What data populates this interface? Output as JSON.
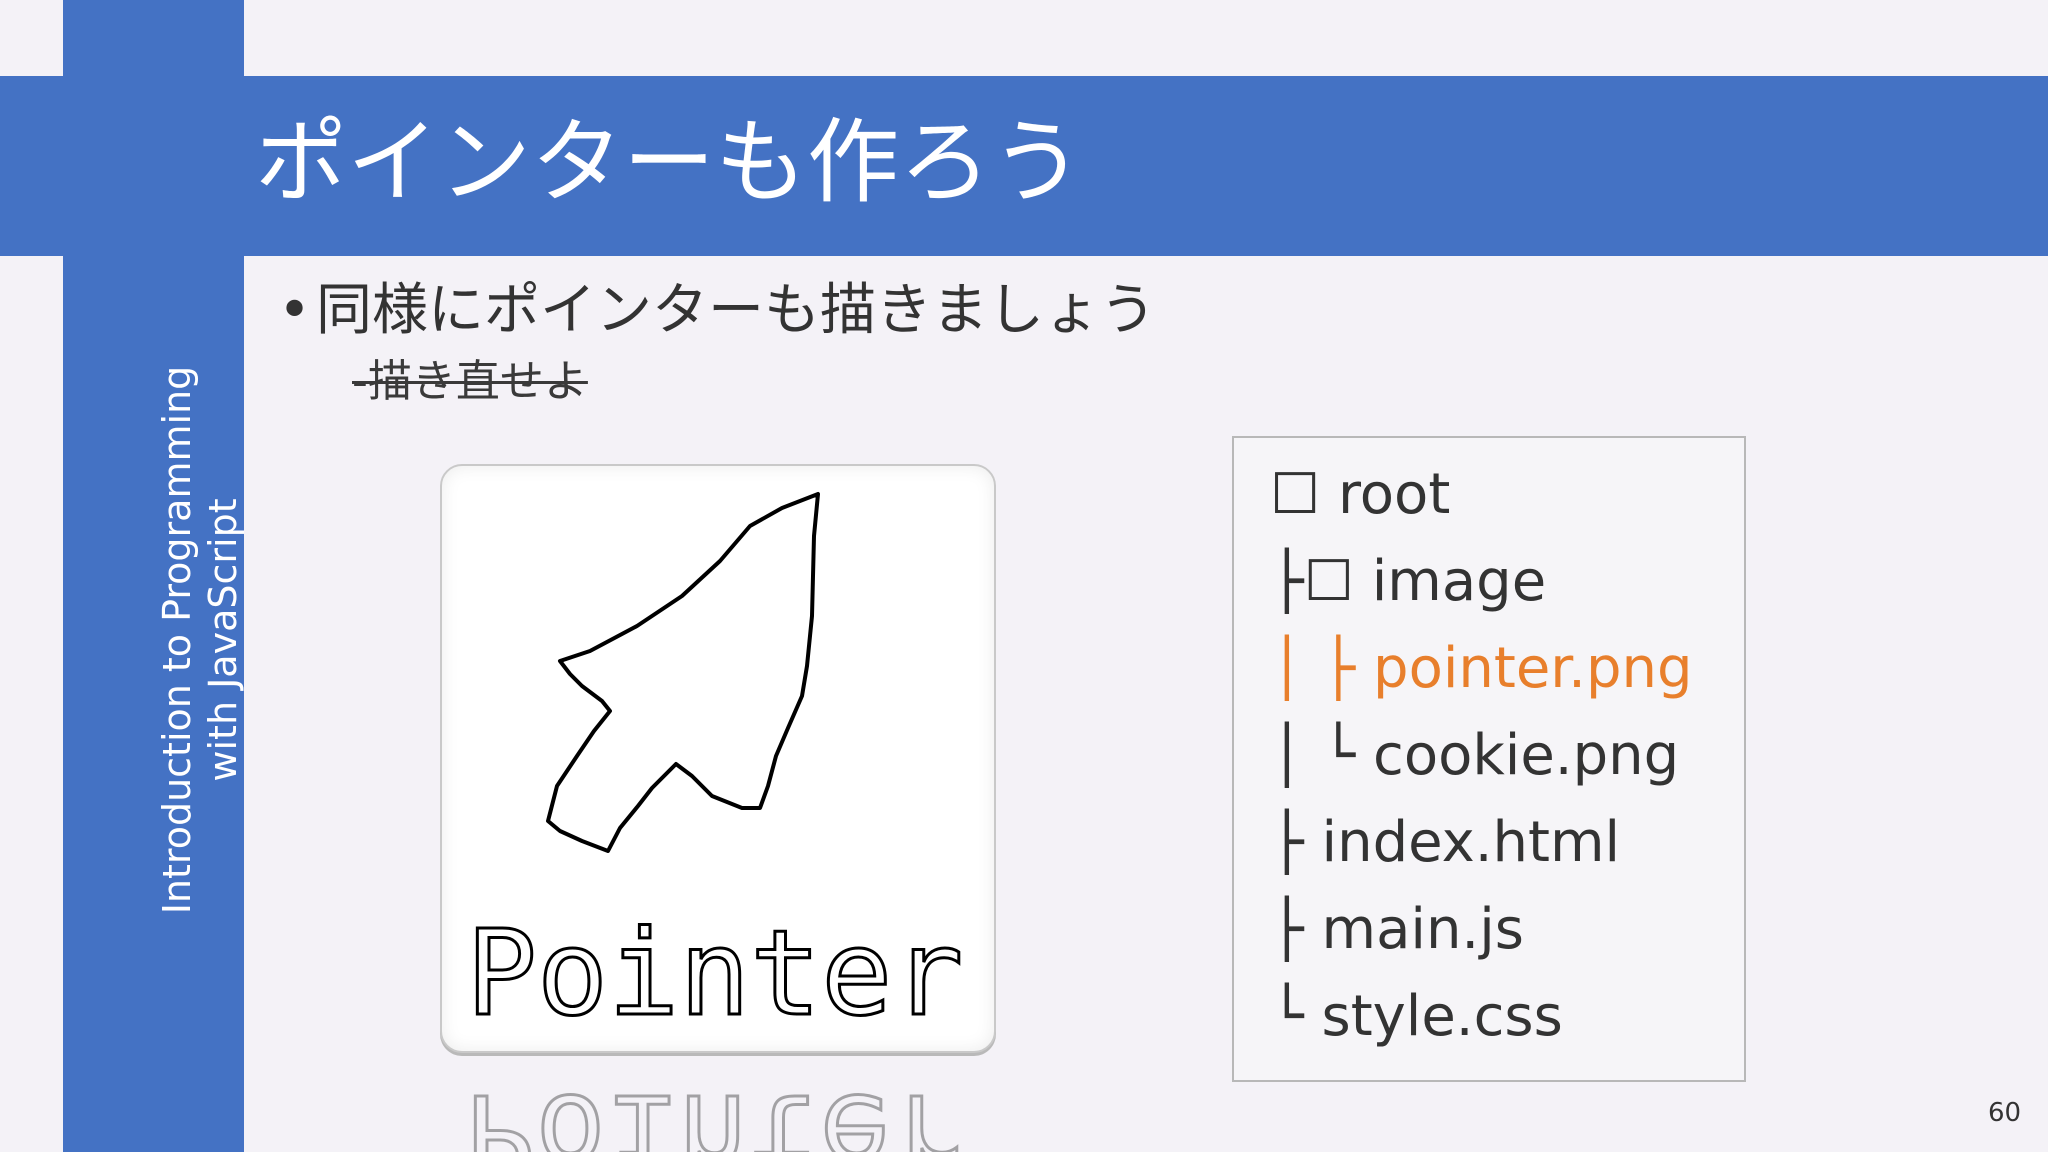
{
  "sidebar": {
    "line1": "Introduction to Programming",
    "line2": "with JavaScript"
  },
  "slide": {
    "title": "ポインターも作ろう",
    "bullet": "同様にポインターも描きましょう",
    "sub_item": "-描き直せよ",
    "image_label": "Pointer",
    "page_number": "60"
  },
  "file_tree": [
    {
      "text": "☐ root",
      "highlight": false
    },
    {
      "text": "├☐ image",
      "highlight": false
    },
    {
      "text": "│ ├ pointer.png",
      "highlight": true
    },
    {
      "text": "│ └ cookie.png",
      "highlight": false
    },
    {
      "text": "├ index.html",
      "highlight": false
    },
    {
      "text": "├ main.js",
      "highlight": false
    },
    {
      "text": "└ style.css",
      "highlight": false
    }
  ],
  "colors": {
    "accent": "#4472c4",
    "highlight": "#e87f2c",
    "background": "#f4f2f7"
  }
}
